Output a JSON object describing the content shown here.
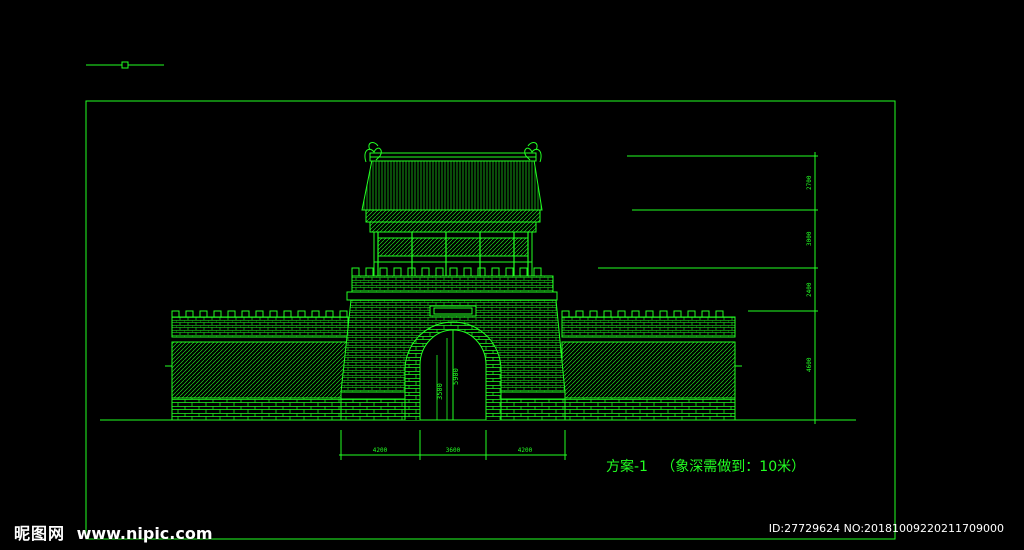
{
  "drawing": {
    "caption": "方案-1   （象深需做到：10米）",
    "dims_bottom": [
      "4200",
      "3600",
      "4200"
    ],
    "dims_right": [
      "2700",
      "3000",
      "2400",
      "4600"
    ],
    "door_dims": [
      "3500",
      "5900"
    ]
  },
  "watermark": {
    "site_name": "昵图网",
    "site_url": "www.nipic.com",
    "image_id": "ID:27729624 NO:20181009220211709000"
  },
  "colors": {
    "line": "#22ff22",
    "background": "#000000",
    "watermark": "#ffffff"
  }
}
